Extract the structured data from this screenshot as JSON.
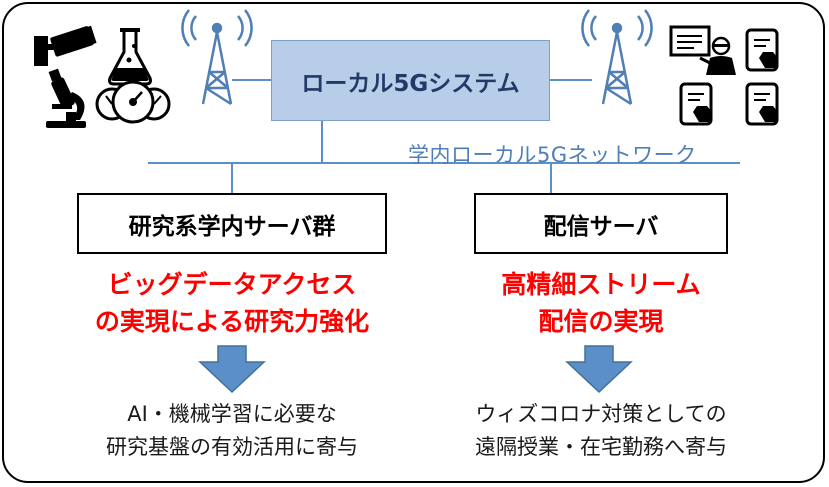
{
  "system": {
    "label": "ローカル5Gシステム",
    "color": "#b8cde8"
  },
  "network": {
    "label": "学内ローカル5Gネットワーク",
    "line_color": "#5b8fc7"
  },
  "left": {
    "server_label": "研究系学内サーバ群",
    "benefit_lines": [
      "ビッグデータアクセス",
      "の実現による研究力強化"
    ],
    "outcome_lines": [
      "AI・機械学習に必要な",
      "研究基盤の有効活用に寄与"
    ],
    "icons": [
      "security-camera-icon",
      "flask-icon",
      "microscope-icon",
      "gauges-icon"
    ]
  },
  "right": {
    "server_label": "配信サーバ",
    "benefit_lines": [
      "高精細ストリーム",
      "配信の実現"
    ],
    "outcome_lines": [
      "ウィズコロナ対策としての",
      "遠隔授業・在宅勤務へ寄与"
    ],
    "icons": [
      "lecturer-icon",
      "tablet-icon",
      "tablet-icon",
      "tablet-icon"
    ]
  },
  "colors": {
    "accent_red": "#ff0000",
    "arrow_blue": "#5b8fc7",
    "antenna_blue": "#4f7fb5"
  }
}
